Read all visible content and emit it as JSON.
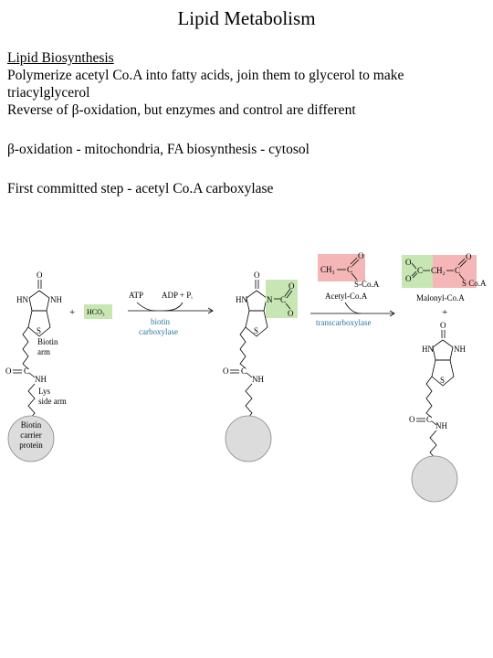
{
  "title": "Lipid Metabolism",
  "lines": {
    "heading": "Lipid Biosynthesis",
    "l1": "Polymerize acetyl Co.A into fatty acids, join them to glycerol to make",
    "l2": "triacylglycerol",
    "l3": "Reverse of β-oxidation, but enzymes and control are different",
    "l4": "β-oxidation - mitochondria, FA biosynthesis - cytosol",
    "l5": "First committed step - acetyl Co.A carboxylase"
  },
  "diagram": {
    "carbonyl_O": "O",
    "ring_HN": "HN",
    "ring_NH": "NH",
    "ring_S": "S",
    "amide_O": "O",
    "amide_C": "C",
    "amide_NH": "NH",
    "plus": "+",
    "bicarb": "HCO₃",
    "atp": "ATP",
    "adp": "ADP + Pᵢ",
    "enzyme1_line1": "biotin",
    "enzyme1_line2": "carboxylase",
    "biotin_arm_line1": "Biotin",
    "biotin_arm_line2": "arm",
    "lys_line1": "Lys",
    "lys_line2": "side arm",
    "carrier_line1": "Biotin",
    "carrier_line2": "carrier",
    "carrier_line3": "protein",
    "carboxyl_C": "C",
    "carboxyl_O_top": "O",
    "carboxyl_O_bottom": "O",
    "acetyl_ch3": "CH₃",
    "acetyl_c": "C",
    "acetyl_o": "O",
    "acetyl_scoa": "S-Co.A",
    "acetyl_coa": "Acetyl-Co.A",
    "enzyme2": "transcarboxylase",
    "malonyl_o": "O",
    "malonyl_c": "C",
    "malonyl_ch2": "CH₂",
    "malonyl_scoa": "S Co.A",
    "malonyl_coa": "Malonyl-Co.A"
  },
  "colors": {
    "green_box": "#c8e6b4",
    "pink_box": "#f4b6b6",
    "enzyme_text": "#2a7a9a",
    "protein": "#dcdcdc"
  }
}
